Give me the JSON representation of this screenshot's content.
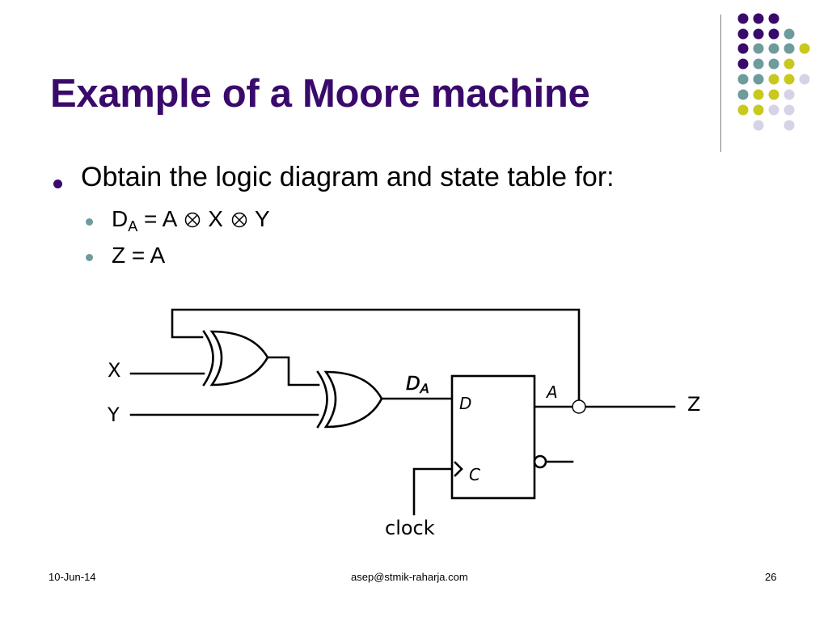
{
  "title": "Example of a Moore machine",
  "bullets": {
    "main": "Obtain the logic diagram and state table for:",
    "eq1": {
      "lhs": "D",
      "lhs_sub": "A",
      "eq": " = A ",
      "mid": " X ",
      "end": " Y"
    },
    "eq2": "Z = A"
  },
  "diagram": {
    "input_x": "X",
    "input_y": "Y",
    "d_input_label": "D",
    "d_input_sub": "A",
    "ff_d": "D",
    "ff_c": "C",
    "ff_q_label": "A",
    "output": "Z",
    "clock": "clock"
  },
  "footer": {
    "date": "10-Jun-14",
    "email": "asep@stmik-raharja.com",
    "page": "26"
  },
  "colors": {
    "title": "#3a0a6b",
    "dot_purple": "#3a0a6b",
    "dot_teal": "#6e9b9b",
    "dot_yellow": "#c8c81e",
    "dot_lavender": "#d6d3e6"
  }
}
